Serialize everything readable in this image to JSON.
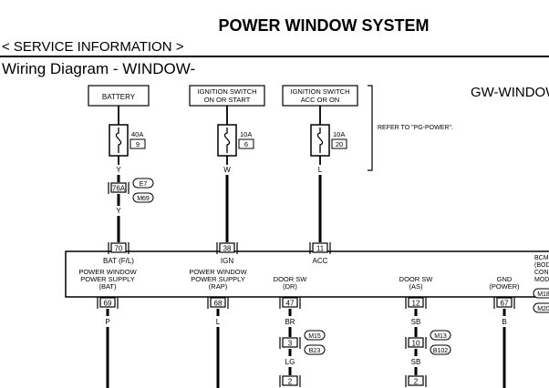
{
  "page": {
    "title": "POWER WINDOW SYSTEM",
    "breadcrumb": "< SERVICE INFORMATION >",
    "section_title": "Wiring Diagram - WINDOW-"
  },
  "diagram": {
    "code": "GW-WINDOW",
    "refer_note": "REFER TO \"PG-POWER\".",
    "sources": [
      {
        "label": [
          "BATTERY"
        ],
        "fuse_amp": "40A",
        "fuse_no": "9",
        "wire_color": "Y"
      },
      {
        "label": [
          "IGNITION SWITCH",
          "ON OR START"
        ],
        "fuse_amp": "10A",
        "fuse_no": "6",
        "wire_color": "W"
      },
      {
        "label": [
          "IGNITION SWITCH",
          "ACC OR ON"
        ],
        "fuse_amp": "10A",
        "fuse_no": "20",
        "wire_color": "L"
      }
    ],
    "joint_connector": {
      "terminal": "76A",
      "connectors": [
        "E7",
        "M69"
      ],
      "wire_color": "Y"
    },
    "module": {
      "name": [
        "BCM",
        "(BOD",
        "CON",
        "MOD"
      ],
      "connectors": [
        "M18",
        "M20"
      ],
      "inputs": [
        {
          "terminal": "70",
          "label": "BAT (F/L)"
        },
        {
          "terminal": "38",
          "label": "IGN"
        },
        {
          "terminal": "11",
          "label": "ACC"
        }
      ],
      "outputs": [
        {
          "label": [
            "POWER WINDOW",
            "POWER SUPPLY",
            "(BAT)"
          ],
          "terminal": "69",
          "wire_color": "P"
        },
        {
          "label": [
            "POWER WINDOW",
            "POWER SUPPLY",
            "(RAP)"
          ],
          "terminal": "68",
          "wire_color": "L"
        },
        {
          "label": [
            "DOOR SW",
            "(DR)"
          ],
          "terminal": "47",
          "wire_color": "BR",
          "inline_terminal": "3",
          "inline_connectors": [
            "M15",
            "B23"
          ],
          "wire_color_after": "LG",
          "next_terminal": "2"
        },
        {
          "label": [
            "DOOR SW",
            "(AS)"
          ],
          "terminal": "12",
          "wire_color": "SB",
          "inline_terminal": "10",
          "inline_connectors": [
            "M13",
            "B102"
          ],
          "wire_color_after": "SB",
          "next_terminal": "2"
        },
        {
          "label": [
            "GND",
            "(POWER)"
          ],
          "terminal": "67",
          "wire_color": "B"
        }
      ]
    }
  }
}
